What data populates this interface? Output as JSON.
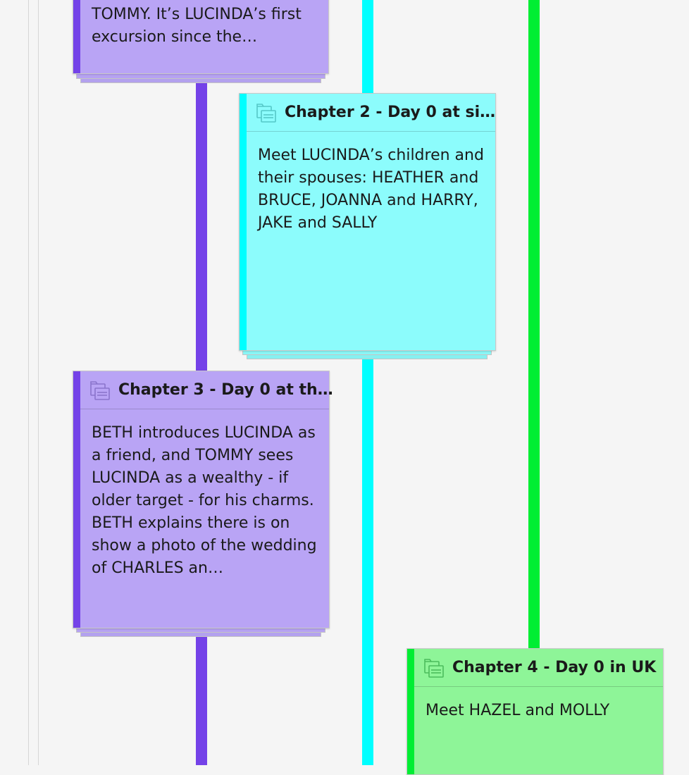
{
  "colors": {
    "background": "#f5f5f5",
    "purple_lane": "#7442e8",
    "purple_card": "#b9a4f5",
    "cyan_lane": "#00ffff",
    "cyan_card": "#8cfcfc",
    "green_lane": "#00ee33",
    "green_card": "#8ef598"
  },
  "cards": {
    "top": {
      "body": "TOMMY. It’s LUCINDA’s first excursion since the…"
    },
    "chapter2": {
      "icon": "chapter-folder-icon",
      "title": "Chapter 2 - Day 0 at si…",
      "body": "Meet LUCINDA’s children and their spouses: HEATHER and BRUCE, JOANNA and HARRY, JAKE and SALLY"
    },
    "chapter3": {
      "icon": "chapter-folder-icon",
      "title": "Chapter 3 - Day 0 at th…",
      "body": "BETH introduces LUCINDA as a friend, and TOMMY sees LUCINDA as a wealthy - if older target - for his charms.\nBETH explains there is on show a photo of the wedding of CHARLES an…"
    },
    "chapter4": {
      "icon": "chapter-folder-icon",
      "title": "Chapter 4 - Day 0 in UK",
      "body": "Meet HAZEL and MOLLY"
    }
  }
}
